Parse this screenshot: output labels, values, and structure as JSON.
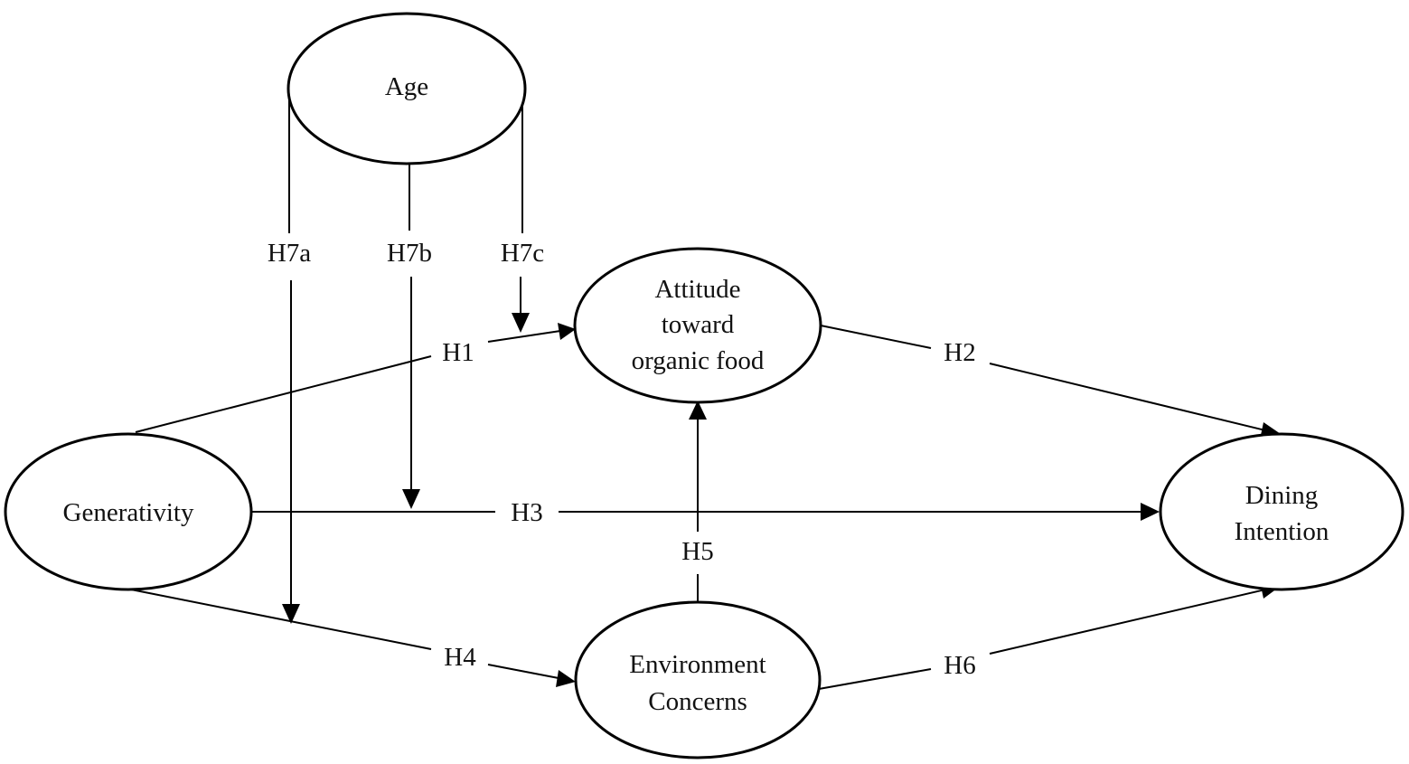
{
  "nodes": {
    "age": {
      "lines": [
        "Age"
      ]
    },
    "attitude": {
      "lines": [
        "Attitude",
        "toward",
        "organic food"
      ]
    },
    "generativity": {
      "lines": [
        "Generativity"
      ]
    },
    "dining": {
      "lines": [
        "Dining",
        "Intention"
      ]
    },
    "environment": {
      "lines": [
        "Environment",
        "Concerns"
      ]
    }
  },
  "edges": {
    "h1": {
      "label": "H1",
      "from": "Generativity",
      "to": "Attitude toward organic food"
    },
    "h2": {
      "label": "H2",
      "from": "Attitude toward organic food",
      "to": "Dining Intention"
    },
    "h3": {
      "label": "H3",
      "from": "Generativity",
      "to": "Dining Intention"
    },
    "h4": {
      "label": "H4",
      "from": "Generativity",
      "to": "Environment Concerns"
    },
    "h5": {
      "label": "H5",
      "from": "Environment Concerns",
      "to": "Attitude toward organic food"
    },
    "h6": {
      "label": "H6",
      "from": "Environment Concerns",
      "to": "Dining Intention"
    },
    "h7a": {
      "label": "H7a",
      "from": "Age",
      "to": "H4"
    },
    "h7b": {
      "label": "H7b",
      "from": "Age",
      "to": "H3"
    },
    "h7c": {
      "label": "H7c",
      "from": "Age",
      "to": "H1"
    }
  }
}
